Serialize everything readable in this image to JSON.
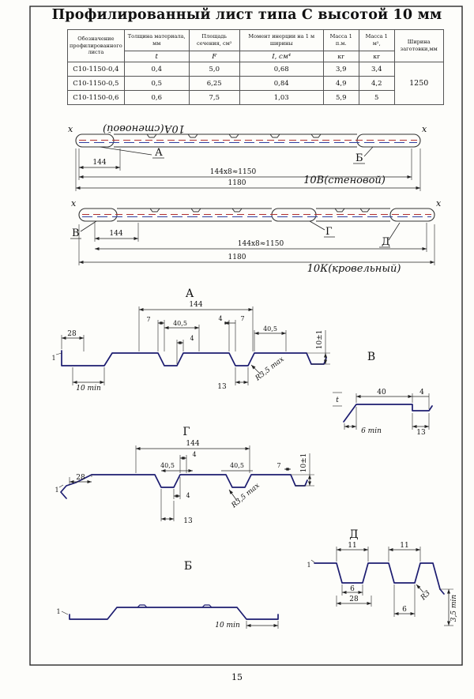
{
  "page": {
    "title": "Профилированный лист типа С высотой 10 мм",
    "number": "15"
  },
  "table": {
    "headers": {
      "designation": "Обозначение профилированного листа",
      "thickness": "Толщина материала, мм",
      "area": "Площадь сечения, см²",
      "inertia": "Момент инерции на 1 м ширины",
      "mass_lm": "Масса 1 п.м.",
      "mass_m2": "Масса 1 м²,",
      "width": "Ширина заготовки,мм",
      "sub": {
        "t": "t",
        "F": "F",
        "I": "I, см⁴",
        "kg1": "кг",
        "kg2": "кг"
      }
    },
    "rows": [
      {
        "name": "С10-1150-0,4",
        "t": "0,4",
        "F": "5,0",
        "I": "0,68",
        "m1": "3,9",
        "m2": "3,4"
      },
      {
        "name": "С10-1150-0,5",
        "t": "0,5",
        "F": "6,25",
        "I": "0,84",
        "m1": "4,9",
        "m2": "4,2"
      },
      {
        "name": "С10-1150-0,6",
        "t": "0,6",
        "F": "7,5",
        "I": "1,03",
        "m1": "5,9",
        "m2": "5"
      }
    ],
    "width_value": "1250"
  },
  "plan1": {
    "rot_label": "10А(стеновой)",
    "xl": "x",
    "xr": "x",
    "mA": "А",
    "mB": "Б",
    "d144": "144",
    "drow": "144x8≈1150",
    "d1180": "1180",
    "type": "10В(стеновой)"
  },
  "plan2": {
    "xl": "x",
    "xr": "x",
    "mV": "В",
    "mG": "Г",
    "mD": "Д",
    "d144": "144",
    "drow": "144x8≈1150",
    "d1180": "1180",
    "type": "10К(кровельный)"
  },
  "secA": {
    "label": "А",
    "d144": "144",
    "d7a": "7",
    "d405a": "40,5",
    "d4c": "4",
    "d4b": "4",
    "d7b": "7",
    "d405b": "40,5",
    "d28": "28",
    "d10": "10±1",
    "d1": "1",
    "d10min": "10 min",
    "d13": "13",
    "r": "R3,5 max"
  },
  "secB": {
    "label": "В",
    "t": "t",
    "d40": "40",
    "d4": "4",
    "d6min": "6 min",
    "d13": "13"
  },
  "secG": {
    "label": "Г",
    "d144": "144",
    "d4t": "4",
    "d405a": "40,5",
    "d405b": "40,5",
    "d7": "7",
    "d28": "28",
    "d10": "10±1",
    "d4m": "4",
    "d13": "13",
    "r": "R3,5 max",
    "d1": "1"
  },
  "secBe": {
    "label": "Б",
    "d1": "1",
    "d10min": "10 min"
  },
  "secD": {
    "label": "Д",
    "d11a": "11",
    "d11b": "11",
    "d1": "1",
    "d6a": "6",
    "d28": "28",
    "d6b": "6",
    "r": "R3",
    "d35": "3,5 min"
  }
}
